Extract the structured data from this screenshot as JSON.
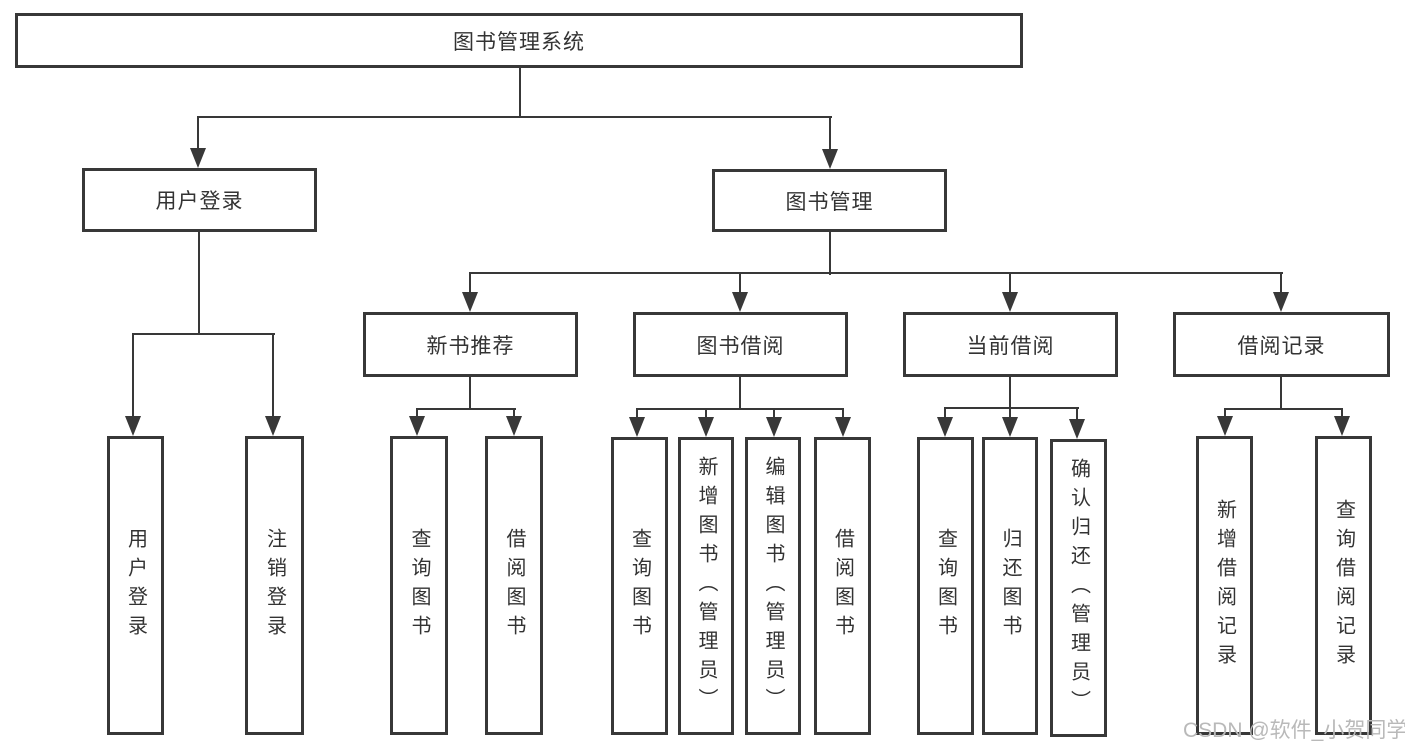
{
  "diagram": {
    "root": {
      "label": "图书管理系统"
    },
    "user_login": {
      "label": "用户登录",
      "children": [
        {
          "label": "用户登录"
        },
        {
          "label": "注销登录"
        }
      ]
    },
    "book_mgmt": {
      "label": "图书管理",
      "children": [
        {
          "label": "新书推荐",
          "children": [
            {
              "label": "查询图书"
            },
            {
              "label": "借阅图书"
            }
          ]
        },
        {
          "label": "图书借阅",
          "children": [
            {
              "label": "查询图书"
            },
            {
              "label": "新增图书（管理员）"
            },
            {
              "label": "编辑图书（管理员）"
            },
            {
              "label": "借阅图书"
            }
          ]
        },
        {
          "label": "当前借阅",
          "children": [
            {
              "label": "查询图书"
            },
            {
              "label": "归还图书"
            },
            {
              "label": "确认归还（管理员）"
            }
          ]
        },
        {
          "label": "借阅记录",
          "children": [
            {
              "label": "新增借阅记录"
            },
            {
              "label": "查询借阅记录"
            }
          ]
        }
      ]
    },
    "watermark": "CSDN @软件_小贺同学",
    "colors": {
      "line": "#383838",
      "watermark": "#b9b9b9",
      "background": "#ffffff"
    }
  }
}
